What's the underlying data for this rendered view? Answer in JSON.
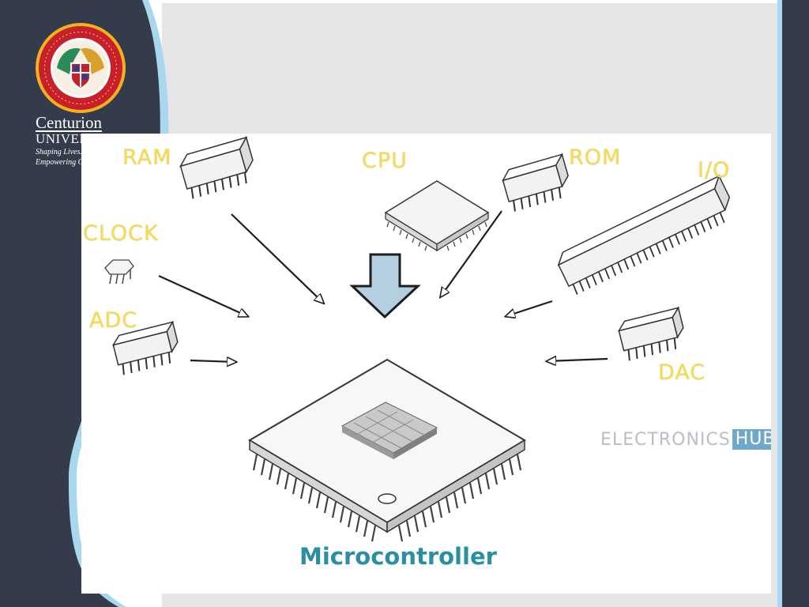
{
  "branding": {
    "university_name": "Centurion",
    "university_sub": "UNIVERSITY",
    "tagline_1": "Shaping Lives...",
    "tagline_2": "Empowering Communities...",
    "logo_text": "CONNECTING THROUGH KNOWLEDGE"
  },
  "diagram": {
    "components": {
      "ram": "RAM",
      "cpu": "CPU",
      "rom": "ROM",
      "io": "I/O",
      "clock": "CLOCK",
      "adc": "ADC",
      "dac": "DAC"
    },
    "center_label": "Microcontroller",
    "watermark_text": "ELECTRONICS",
    "watermark_badge": "HUB"
  },
  "colors": {
    "sidebar": "#343b4b",
    "accent": "#a9d8ee",
    "label_yellow": "#f4dc58",
    "title_teal": "#2a8fa0",
    "cpu_arrow": "#b4cfe0"
  }
}
